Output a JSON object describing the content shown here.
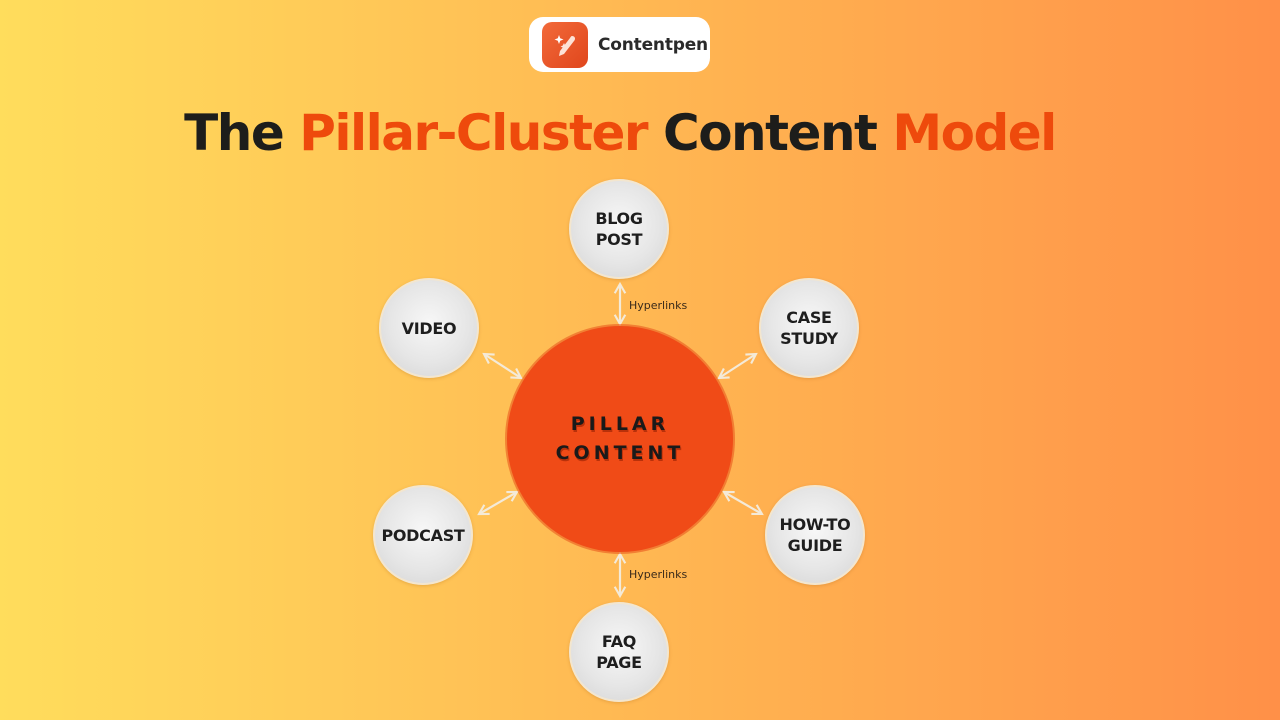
{
  "brand": {
    "name": "Contentpen",
    "icon": "pen-sparkle-icon",
    "icon_color": "#e8501f"
  },
  "title": {
    "parts": [
      {
        "text": "The",
        "style": "dark"
      },
      {
        "text": "Pillar-Cluster",
        "style": "accent"
      },
      {
        "text": "Content",
        "style": "dark"
      },
      {
        "text": "Model",
        "style": "accent"
      }
    ],
    "dark_color": "#1d1d1b",
    "accent_color": "#ee4a0c"
  },
  "diagram": {
    "hub": {
      "line1": "PILLAR",
      "line2": "CONTENT",
      "color": "#f04b17"
    },
    "nodes": [
      {
        "id": "blog-post",
        "line1": "BLOG",
        "line2": "POST",
        "position": "top"
      },
      {
        "id": "case-study",
        "line1": "CASE",
        "line2": "STUDY",
        "position": "top-right"
      },
      {
        "id": "how-to-guide",
        "line1": "HOW-TO",
        "line2": "GUIDE",
        "position": "bottom-right"
      },
      {
        "id": "faq-page",
        "line1": "FAQ",
        "line2": "PAGE",
        "position": "bottom"
      },
      {
        "id": "podcast",
        "line1": "PODCAST",
        "line2": "",
        "position": "bottom-left"
      },
      {
        "id": "video",
        "line1": "VIDEO",
        "line2": "",
        "position": "top-left"
      }
    ],
    "edge_labels": {
      "top": "Hyperlinks",
      "bottom": "Hyperlinks"
    },
    "arrow_style": "bidirectional",
    "arrow_color": "#f4ead8"
  }
}
